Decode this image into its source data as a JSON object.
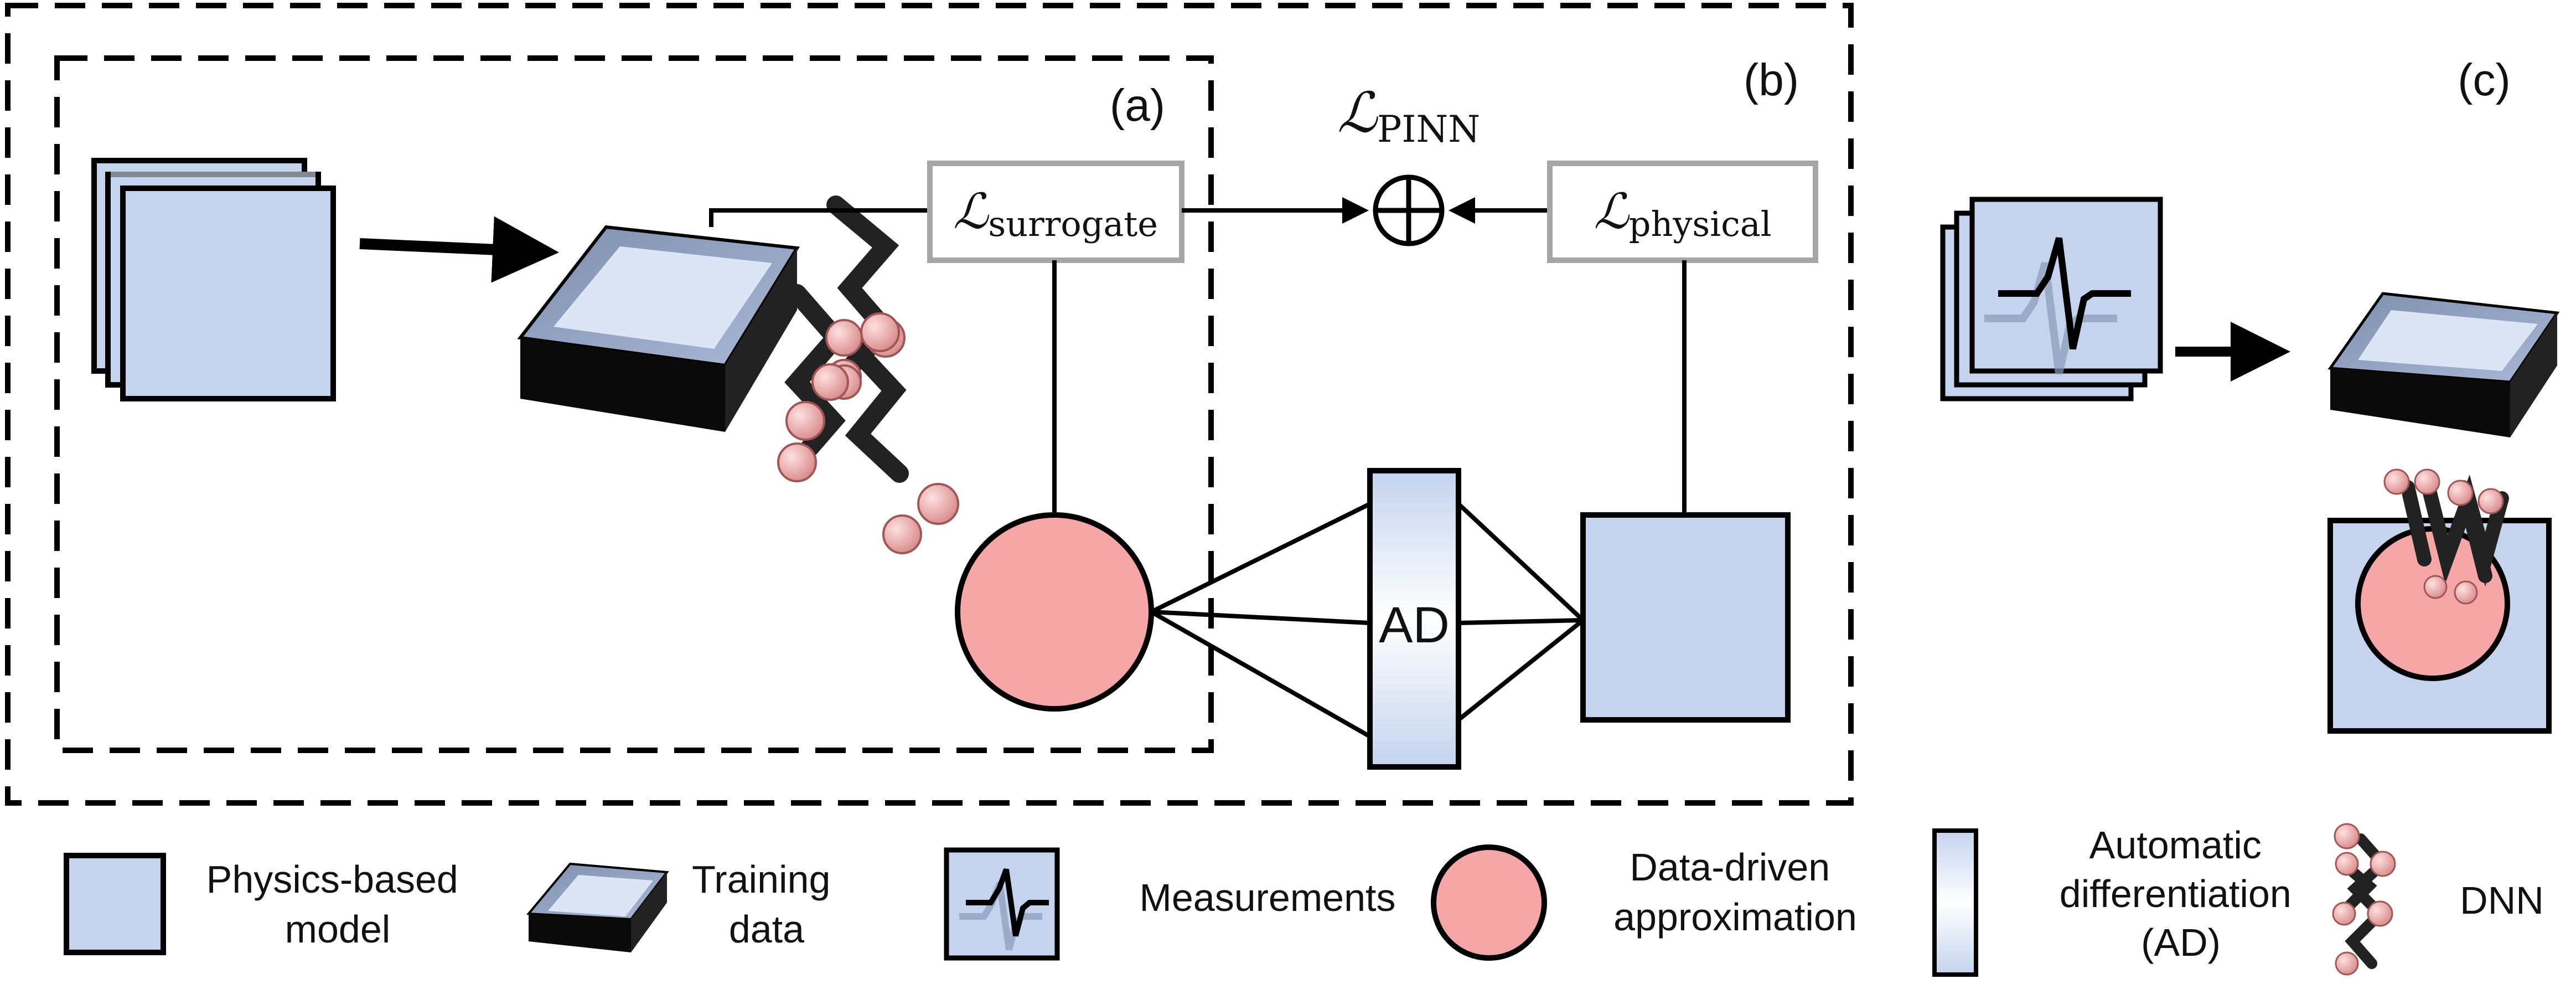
{
  "panels": {
    "a": "(a)",
    "b": "(b)",
    "c": "(c)"
  },
  "losses": {
    "pinn": {
      "symbol": "ℒ",
      "sub": "PINN"
    },
    "surrogate": {
      "symbol": "ℒ",
      "sub": "surrogate"
    },
    "physical": {
      "symbol": "ℒ",
      "sub": "physical"
    },
    "combine_symbol": "⊕"
  },
  "ad_block": "AD",
  "legend": {
    "physics_model": [
      "Physics-based",
      "model"
    ],
    "training_data": [
      "Training",
      "data"
    ],
    "measurements": [
      "Measurements"
    ],
    "data_driven": [
      "Data-driven",
      "approximation"
    ],
    "autodiff": [
      "Automatic",
      "differentiation",
      "(AD)"
    ],
    "dnn": [
      "DNN"
    ]
  },
  "colors": {
    "physics_blue": "#c5d3ee",
    "physics_blue_light": "#dbe5f5",
    "data_pink": "#f6a6a6",
    "node_pink": "#e9a5a5",
    "stroke": "#000000",
    "box_gray": "#a6a6a6"
  },
  "icons": {
    "physics_model": "stacked-squares-icon",
    "training_data": "tray-icon",
    "measurements": "signal-icon",
    "data_driven": "circle-icon",
    "autodiff": "gradient-bar-icon",
    "dnn": "neural-net-icon"
  }
}
